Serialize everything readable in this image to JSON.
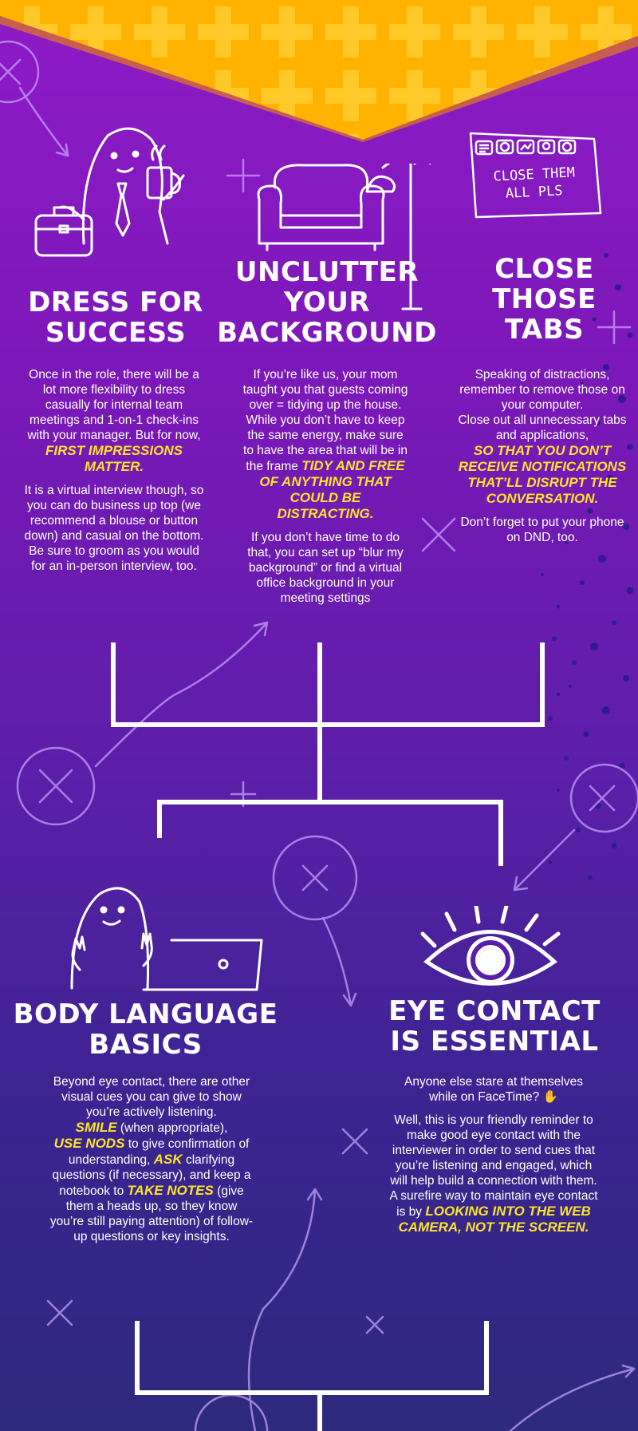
{
  "sections": {
    "dress": {
      "title": "DRESS FOR\nSUCCESS",
      "p1": "Once in the role, there will be a lot more flexibility to dress casually for internal team meetings and 1-on-1 check-ins with your manager. But for now,",
      "h1": "FIRST IMPRESSIONS MATTER.",
      "p2": "It is a virtual interview though, so you can do business up top (we recommend a blouse or button down) and casual on the bottom. Be sure to groom as you would for an in-person interview, too."
    },
    "background": {
      "title": "UNCLUTTER\nYOUR\nBACKGROUND",
      "p1": "If you’re like us, your mom taught you that guests coming over = tidying up the house.",
      "p2": "While you don’t have to keep the same energy, make sure to have the area that will be in the frame",
      "h1": "TIDY AND FREE OF ANYTHING THAT COULD BE DISTRACTING.",
      "p3": "If you don’t have time to do that, you can set up “blur my background” or find a virtual office background in your meeting settings"
    },
    "tabs": {
      "title": "CLOSE\nTHOSE\nTABS",
      "note_line1": "CLOSE THEM",
      "note_line2": "ALL PLS",
      "p1": "Speaking of distractions, remember to remove those on your computer.",
      "p2": "Close out all unnecessary tabs and applications,",
      "h1": "SO THAT YOU DON’T RECEIVE NOTIFICATIONS THAT’LL DISRUPT THE CONVERSATION.",
      "p3": "Don’t forget to put your phone on DND, too."
    },
    "body": {
      "title": "BODY LANGUAGE\nBASICS",
      "p1": "Beyond eye contact, there are other visual cues you can give to show you’re actively listening.",
      "h_smile": "SMILE",
      "t_smile": "(when appropriate),",
      "h_nods": "USE NODS",
      "t_nods": "to give confirmation of understanding,",
      "h_ask": "ASK",
      "t_ask": "clarifying questions (if necessary), and keep a notebook to",
      "h_notes": "TAKE NOTES",
      "t_notes": "(give them a heads up, so they know you’re still paying attention) of follow-up questions or key insights."
    },
    "eye": {
      "title": "EYE CONTACT\nIS ESSENTIAL",
      "p1": "Anyone else stare at themselves while on FaceTime? ✋",
      "p2": "Well, this is your friendly reminder to make good eye contact with the interviewer in order to send cues that you’re listening and engaged, which will help build a connection with them. A surefire way to maintain eye contact is by",
      "h1": "LOOKING INTO THE WEB CAMERA, NOT THE SCREEN."
    }
  },
  "colors": {
    "accent_yellow": "#fde32b",
    "banner_yellow": "#ffb000",
    "bg_top": "#8e1bc6",
    "bg_bottom": "#2e2a7e"
  }
}
